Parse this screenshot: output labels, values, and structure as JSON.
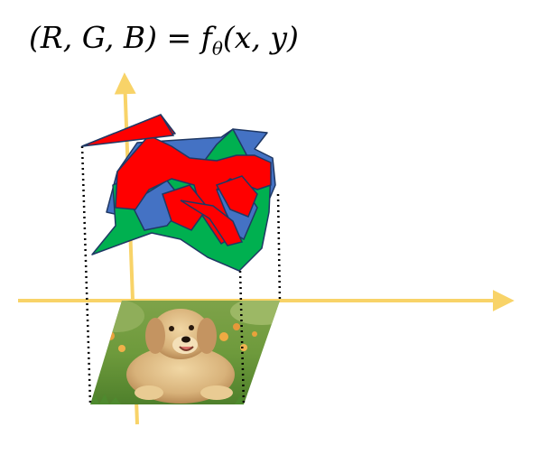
{
  "formula": {
    "lhs": "(R, G, B)",
    "equals": "=",
    "func": "f",
    "subscript": "θ",
    "args": "(x, y)"
  },
  "colors": {
    "axis": "#F8D368",
    "red_channel": "#FF0000",
    "green_channel": "#00B050",
    "blue_channel": "#4472C4",
    "outline": "#1F3864",
    "projection_lines": "#000000"
  },
  "image": {
    "subject": "golden retriever puppy on grass",
    "icon": "dog-photo"
  }
}
